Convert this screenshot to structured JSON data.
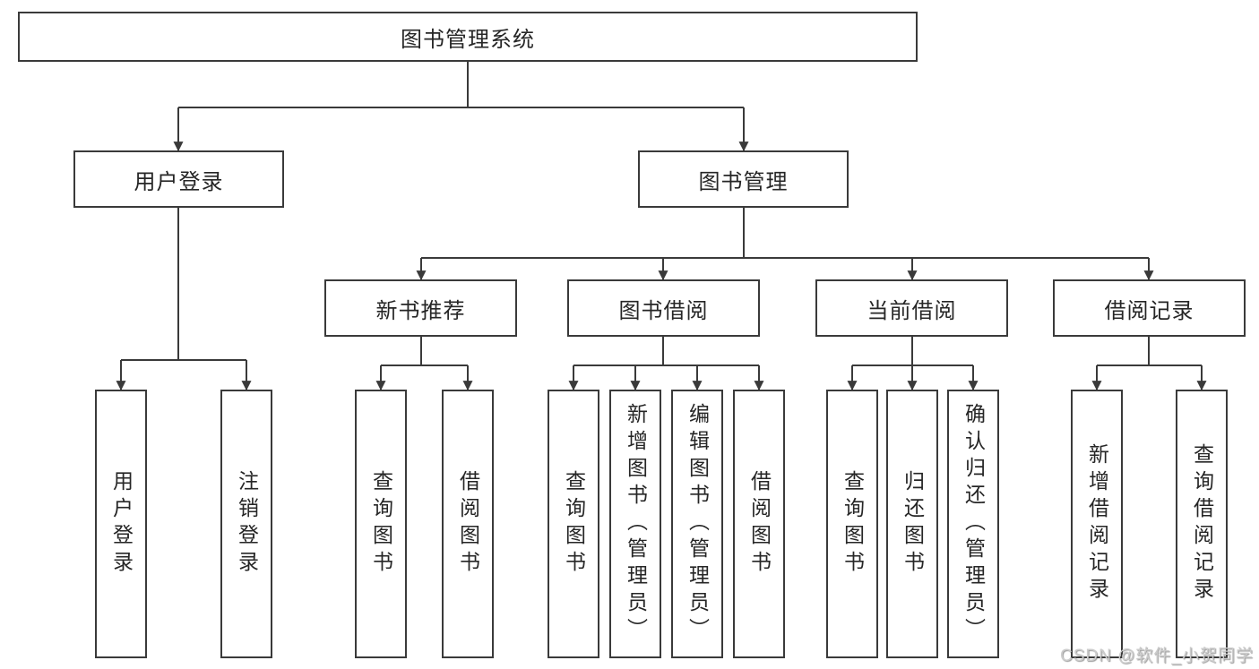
{
  "colors": {
    "line": "#3a3a3a",
    "text": "#262626",
    "node_background": "#ffffff",
    "watermark": "#cccccc"
  },
  "tree": {
    "root": "图书管理系统",
    "user_login": {
      "label": "用户登录",
      "children": [
        "用户登录",
        "注销登录"
      ]
    },
    "book_management": {
      "label": "图书管理",
      "children": [
        {
          "label": "新书推荐",
          "children": [
            "查询图书",
            "借阅图书"
          ]
        },
        {
          "label": "图书借阅",
          "children": [
            "查询图书",
            "新增图书（管理员）",
            "编辑图书（管理员）",
            "借阅图书"
          ]
        },
        {
          "label": "当前借阅",
          "children": [
            "查询图书",
            "归还图书",
            "确认归还（管理员）"
          ]
        },
        {
          "label": "借阅记录",
          "children": [
            "新增借阅记录",
            "查询借阅记录"
          ]
        }
      ]
    }
  },
  "watermark": "CSDN @软件_小贺同学"
}
